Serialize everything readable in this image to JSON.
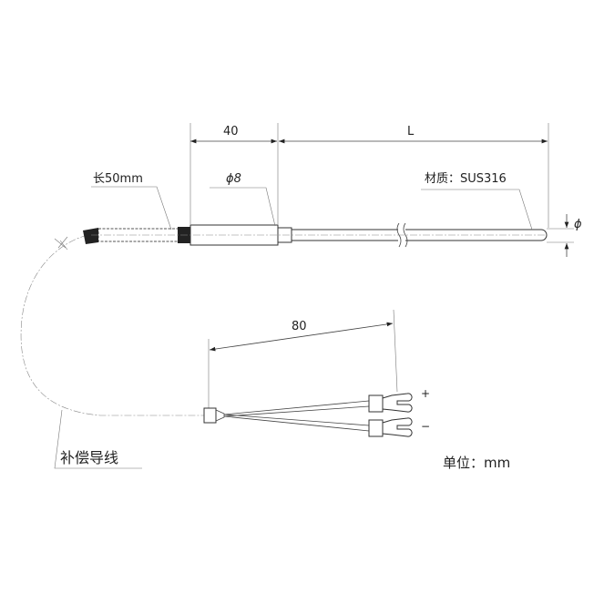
{
  "dimensions": {
    "body_length": "40",
    "probe_length": "L",
    "body_diameter": "ϕ8",
    "tip_diameter": "ϕ",
    "lead_split_length": "80"
  },
  "labels": {
    "sleeve_length": "长50mm",
    "material": "材质：SUS316",
    "compensation_wire": "补偿导线",
    "unit": "单位：mm",
    "positive": "+",
    "negative": "−"
  }
}
